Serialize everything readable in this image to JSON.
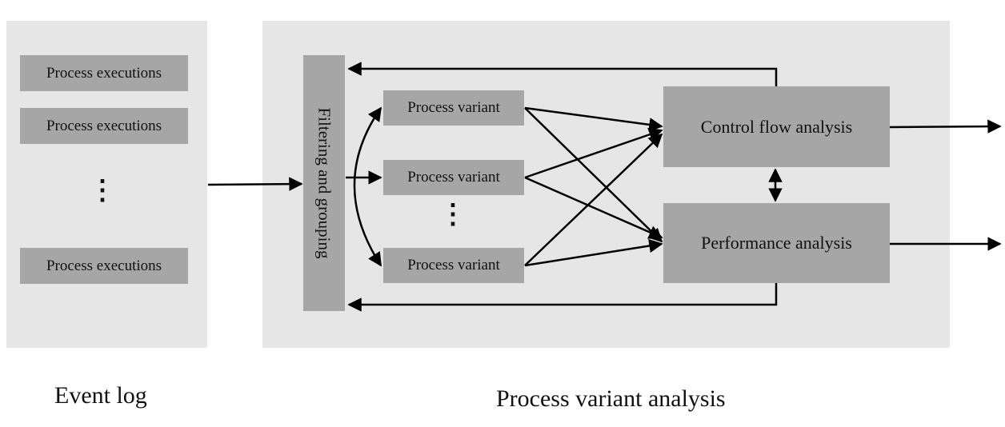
{
  "event_log": {
    "caption": "Event log",
    "items": [
      "Process executions",
      "Process executions",
      "Process executions"
    ],
    "ellipsis": "⋮"
  },
  "analysis": {
    "caption": "Process variant analysis",
    "filter_label": "Filtering and grouping",
    "variants": [
      "Process variant",
      "Process variant",
      "Process variant"
    ],
    "ellipsis": "⋮",
    "control_flow": "Control flow analysis",
    "performance": "Performance analysis"
  }
}
